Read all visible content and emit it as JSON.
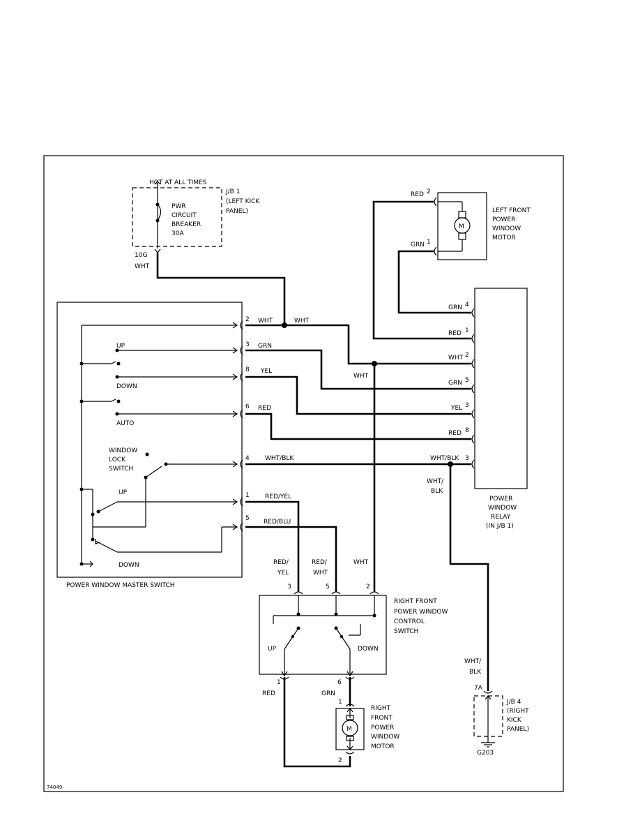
{
  "texts": {
    "hot_at_all_times": "HOT AT ALL TIMES",
    "jb1_l1": "J/B 1",
    "jb1_l2": "(LEFT KICK",
    "jb1_l3": "PANEL)",
    "pwr_l1": "PWR",
    "pwr_l2": "CIRCUIT",
    "pwr_l3": "BREAKER",
    "pwr_l4": "30A",
    "pin_10g": "10G",
    "wht_cb": "WHT",
    "lf_motor_l1": "LEFT FRONT",
    "lf_motor_l2": "POWER",
    "lf_motor_l3": "WINDOW",
    "lf_motor_l4": "MOTOR",
    "lf_red": "RED",
    "lf_red_pin": "2",
    "lf_grn": "GRN",
    "lf_grn_pin": "1",
    "relay_grn": "GRN",
    "relay_grn_pin": "4",
    "relay_red": "RED",
    "relay_red_pin": "1",
    "relay_wht": "WHT",
    "relay_wht_pin": "2",
    "relay_grn5": "GRN",
    "relay_grn5_pin": "5",
    "relay_yel": "YEL",
    "relay_yel_pin": "3",
    "relay_red8": "RED",
    "relay_red8_pin": "8",
    "relay_whtblk": "WHT/BLK",
    "relay_whtblk_pin": "3",
    "relay_l1": "POWER",
    "relay_l2": "WINDOW",
    "relay_l3": "RELAY",
    "relay_l4": "(IN J/B 1)",
    "ms_pin2": "2",
    "ms_wht_a": "WHT",
    "ms_wht_b": "WHT",
    "ms_pin3": "3",
    "ms_grn": "GRN",
    "ms_pin8": "8",
    "ms_yel": "YEL",
    "ms_pin6": "6",
    "ms_red": "RED",
    "ms_pin4": "4",
    "ms_whtblk": "WHT/BLK",
    "ms_pin1": "1",
    "ms_redyel": "RED/YEL",
    "ms_pin5": "5",
    "ms_redblu": "RED/BLU",
    "ms_up1": "UP",
    "ms_down1": "DOWN",
    "ms_auto": "AUTO",
    "ms_wl1": "WINDOW",
    "ms_wl2": "LOCK",
    "ms_wl3": "SWITCH",
    "ms_up2": "UP",
    "ms_down2": "DOWN",
    "ms_title": "POWER WINDOW MASTER SWITCH",
    "wht_mid": "WHT",
    "whtblk_v1": "WHT/",
    "whtblk_v2": "BLK",
    "rf_redyel1": "RED/",
    "rf_redyel2": "YEL",
    "rf_redwht1": "RED/",
    "rf_redwht2": "WHT",
    "rf_wht": "WHT",
    "rf_pin3": "3",
    "rf_pin5": "5",
    "rf_pin2": "2",
    "rf_l1": "RIGHT FRONT",
    "rf_l2": "POWER WINDOW",
    "rf_l3": "CONTROL",
    "rf_l4": "SWITCH",
    "rf_up": "UP",
    "rf_down": "DOWN",
    "rf_pin1b": "1",
    "rf_red": "RED",
    "rf_pin6": "6",
    "rf_grn": "GRN",
    "rfm_pin1": "1",
    "rfm_pin2": "2",
    "rfm_l1": "RIGHT",
    "rfm_l2": "FRONT",
    "rfm_l3": "POWER",
    "rfm_l4": "WINDOW",
    "rfm_l5": "MOTOR",
    "motor_m1": "M",
    "motor_m2": "M",
    "gnd_whtblk1": "WHT/",
    "gnd_whtblk2": "BLK",
    "gnd_7a": "7A",
    "jb4_l1": "J/B 4",
    "jb4_l2": "(RIGHT",
    "jb4_l3": "KICK",
    "jb4_l4": "PANEL)",
    "g203": "G203",
    "fig_id": "74049"
  }
}
